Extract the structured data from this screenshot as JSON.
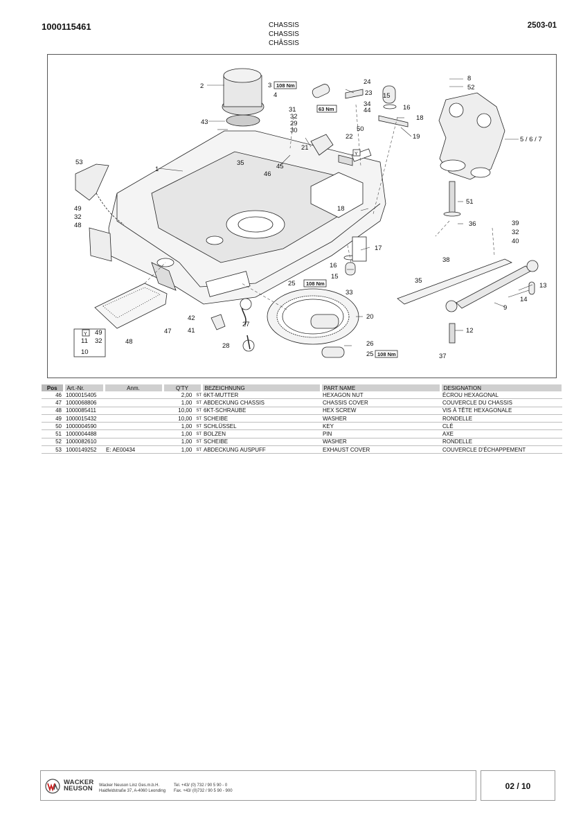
{
  "header": {
    "doc_number": "1000115461",
    "title_de": "CHASSIS",
    "title_en": "CHASSIS",
    "title_fr": "CHÂSSIS",
    "revision": "2503-01"
  },
  "diagram": {
    "callouts": {
      "c1": "1",
      "c2": "2",
      "c3": "3",
      "c4": "4",
      "c5": "5 / 6 / 7",
      "c8": "8",
      "c9": "9",
      "c10": "10",
      "c11": "11",
      "c12": "12",
      "c13": "13",
      "c14": "14",
      "c15": "15",
      "c15b": "15",
      "c16": "16",
      "c16b": "16",
      "c17": "17",
      "c18": "18",
      "c18b": "18",
      "c19": "19",
      "c20": "20",
      "c21": "21",
      "c22": "22",
      "c23": "23",
      "c24": "24",
      "c25": "25",
      "c25b": "25",
      "c26": "26",
      "c27": "27",
      "c28": "28",
      "c29": "29",
      "c30": "30",
      "c31": "31",
      "c32": "32",
      "c32b": "32",
      "c32c": "32",
      "c32d": "32",
      "c33": "33",
      "c34": "34",
      "c35": "35",
      "c35b": "35",
      "c36": "36",
      "c37": "37",
      "c38": "38",
      "c39": "39",
      "c40": "40",
      "c41": "41",
      "c42": "42",
      "c43": "43",
      "c44": "44",
      "c45": "45",
      "c46": "46",
      "c47": "47",
      "c48": "48",
      "c48b": "48",
      "c49": "49",
      "c49b": "49",
      "c50": "50",
      "c51": "51",
      "c52": "52",
      "c53": "53"
    },
    "torque": {
      "t108a": "108 Nm",
      "t63": "63 Nm",
      "t108b": "108 Nm",
      "t108c": "108 Nm"
    },
    "view_marker": "Y",
    "view_marker_b": "Y"
  },
  "table": {
    "headers": {
      "pos": "Pos",
      "art": "Art.-Nr.",
      "anm": "Anm.",
      "qty": "Q'TY",
      "bez": "BEZEICHNUNG",
      "part": "PART NAME",
      "des": "DESIGNATION"
    },
    "rows": [
      {
        "pos": "46",
        "art": "1000015405",
        "anm": "",
        "qty": "2,00",
        "unit": "ST",
        "bez": "6KT-MUTTER",
        "part": "HEXAGON NUT",
        "des": "ÉCROU HEXAGONAL"
      },
      {
        "pos": "47",
        "art": "1000068806",
        "anm": "",
        "qty": "1,00",
        "unit": "ST",
        "bez": "ABDECKUNG CHASSIS",
        "part": "CHASSIS COVER",
        "des": "COUVERCLE DU CHASSIS"
      },
      {
        "pos": "48",
        "art": "1000085411",
        "anm": "",
        "qty": "10,00",
        "unit": "ST",
        "bez": "6KT-SCHRAUBE",
        "part": "HEX SCREW",
        "des": "VIS À TÊTE HEXAGONALE"
      },
      {
        "pos": "49",
        "art": "1000015432",
        "anm": "",
        "qty": "10,00",
        "unit": "ST",
        "bez": "SCHEIBE",
        "part": "WASHER",
        "des": "RONDELLE"
      },
      {
        "pos": "50",
        "art": "1000004590",
        "anm": "",
        "qty": "1,00",
        "unit": "ST",
        "bez": "SCHLÜSSEL",
        "part": "KEY",
        "des": "CLÉ"
      },
      {
        "pos": "51",
        "art": "1000004488",
        "anm": "",
        "qty": "1,00",
        "unit": "ST",
        "bez": "BOLZEN",
        "part": "PIN",
        "des": "AXE"
      },
      {
        "pos": "52",
        "art": "1000082610",
        "anm": "",
        "qty": "1,00",
        "unit": "ST",
        "bez": "SCHEIBE",
        "part": "WASHER",
        "des": "RONDELLE"
      },
      {
        "pos": "53",
        "art": "1000149252",
        "anm": "E: AE00434",
        "qty": "1,00",
        "unit": "ST",
        "bez": "ABDECKUNG AUSPUFF",
        "part": "EXHAUST COVER",
        "des": "COUVERCLE D'ÉCHAPPEMENT"
      }
    ]
  },
  "footer": {
    "logo_line1": "WACKER",
    "logo_line2": "NEUSON",
    "company": "Wacker Neuson Linz  Ges.m.b.H.",
    "address": "Haidfeldstraße 37, A-4060 Leonding",
    "tel": "Tel. +43/ (0) 732 / 90 5 90 - 0",
    "fax": "Fax. +43/ (0)732 / 90 5 90 - 900",
    "page": "02 / 10"
  }
}
